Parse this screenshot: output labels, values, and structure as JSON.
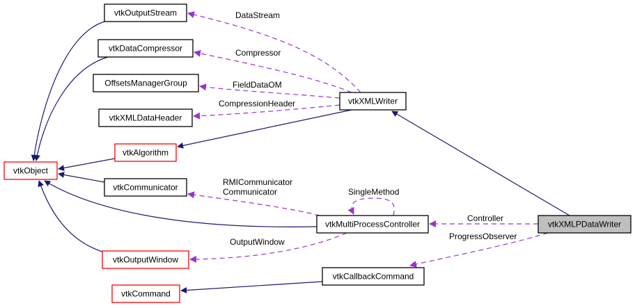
{
  "diagram": {
    "title": "vtkXMLPDataWriter collaboration graph",
    "colors": {
      "inheritance_edge": "#191970",
      "usage_edge": "#9a32cd",
      "node_border_default": "#000000",
      "node_border_truncated": "#ff0000",
      "focus_node_fill": "#bfbfbf",
      "node_fill": "#ffffff"
    },
    "nodes": [
      {
        "id": "vtkOutputStream",
        "label": "vtkOutputStream",
        "style": "normal"
      },
      {
        "id": "vtkDataCompressor",
        "label": "vtkDataCompressor",
        "style": "normal"
      },
      {
        "id": "OffsetsManagerGroup",
        "label": "OffsetsManagerGroup",
        "style": "normal"
      },
      {
        "id": "vtkXMLDataHeader",
        "label": "vtkXMLDataHeader",
        "style": "normal"
      },
      {
        "id": "vtkAlgorithm",
        "label": "vtkAlgorithm",
        "style": "truncated"
      },
      {
        "id": "vtkObject",
        "label": "vtkObject",
        "style": "truncated"
      },
      {
        "id": "vtkCommunicator",
        "label": "vtkCommunicator",
        "style": "normal"
      },
      {
        "id": "vtkOutputWindow",
        "label": "vtkOutputWindow",
        "style": "truncated"
      },
      {
        "id": "vtkCommand",
        "label": "vtkCommand",
        "style": "truncated"
      },
      {
        "id": "vtkXMLWriter",
        "label": "vtkXMLWriter",
        "style": "normal"
      },
      {
        "id": "vtkMultiProcessController",
        "label": "vtkMultiProcessController",
        "style": "normal"
      },
      {
        "id": "vtkCallbackCommand",
        "label": "vtkCallbackCommand",
        "style": "normal"
      },
      {
        "id": "vtkXMLPDataWriter",
        "label": "vtkXMLPDataWriter",
        "style": "focus"
      }
    ],
    "edges": [
      {
        "from": "vtkOutputStream",
        "to": "vtkObject",
        "type": "inheritance",
        "label": ""
      },
      {
        "from": "vtkDataCompressor",
        "to": "vtkObject",
        "type": "inheritance",
        "label": ""
      },
      {
        "from": "vtkAlgorithm",
        "to": "vtkObject",
        "type": "inheritance",
        "label": ""
      },
      {
        "from": "vtkCommunicator",
        "to": "vtkObject",
        "type": "inheritance",
        "label": ""
      },
      {
        "from": "vtkMultiProcessController",
        "to": "vtkObject",
        "type": "inheritance",
        "label": ""
      },
      {
        "from": "vtkOutputWindow",
        "to": "vtkObject",
        "type": "inheritance",
        "label": ""
      },
      {
        "from": "vtkXMLWriter",
        "to": "vtkAlgorithm",
        "type": "inheritance",
        "label": ""
      },
      {
        "from": "vtkCallbackCommand",
        "to": "vtkCommand",
        "type": "inheritance",
        "label": ""
      },
      {
        "from": "vtkXMLPDataWriter",
        "to": "vtkXMLWriter",
        "type": "inheritance",
        "label": ""
      },
      {
        "from": "vtkXMLWriter",
        "to": "vtkOutputStream",
        "type": "usage",
        "label": "DataStream"
      },
      {
        "from": "vtkXMLWriter",
        "to": "vtkDataCompressor",
        "type": "usage",
        "label": "Compressor"
      },
      {
        "from": "vtkXMLWriter",
        "to": "OffsetsManagerGroup",
        "type": "usage",
        "label": "FieldDataOM"
      },
      {
        "from": "vtkXMLWriter",
        "to": "vtkXMLDataHeader",
        "type": "usage",
        "label": "CompressionHeader"
      },
      {
        "from": "vtkMultiProcessController",
        "to": "vtkCommunicator",
        "type": "usage",
        "label": "RMICommunicator\nCommunicator"
      },
      {
        "from": "vtkMultiProcessController",
        "to": "vtkMultiProcessController",
        "type": "usage",
        "label": "SingleMethod"
      },
      {
        "from": "vtkMultiProcessController",
        "to": "vtkOutputWindow",
        "type": "usage",
        "label": "OutputWindow"
      },
      {
        "from": "vtkXMLPDataWriter",
        "to": "vtkMultiProcessController",
        "type": "usage",
        "label": "Controller"
      },
      {
        "from": "vtkXMLPDataWriter",
        "to": "vtkCallbackCommand",
        "type": "usage",
        "label": "ProgressObserver"
      }
    ]
  }
}
